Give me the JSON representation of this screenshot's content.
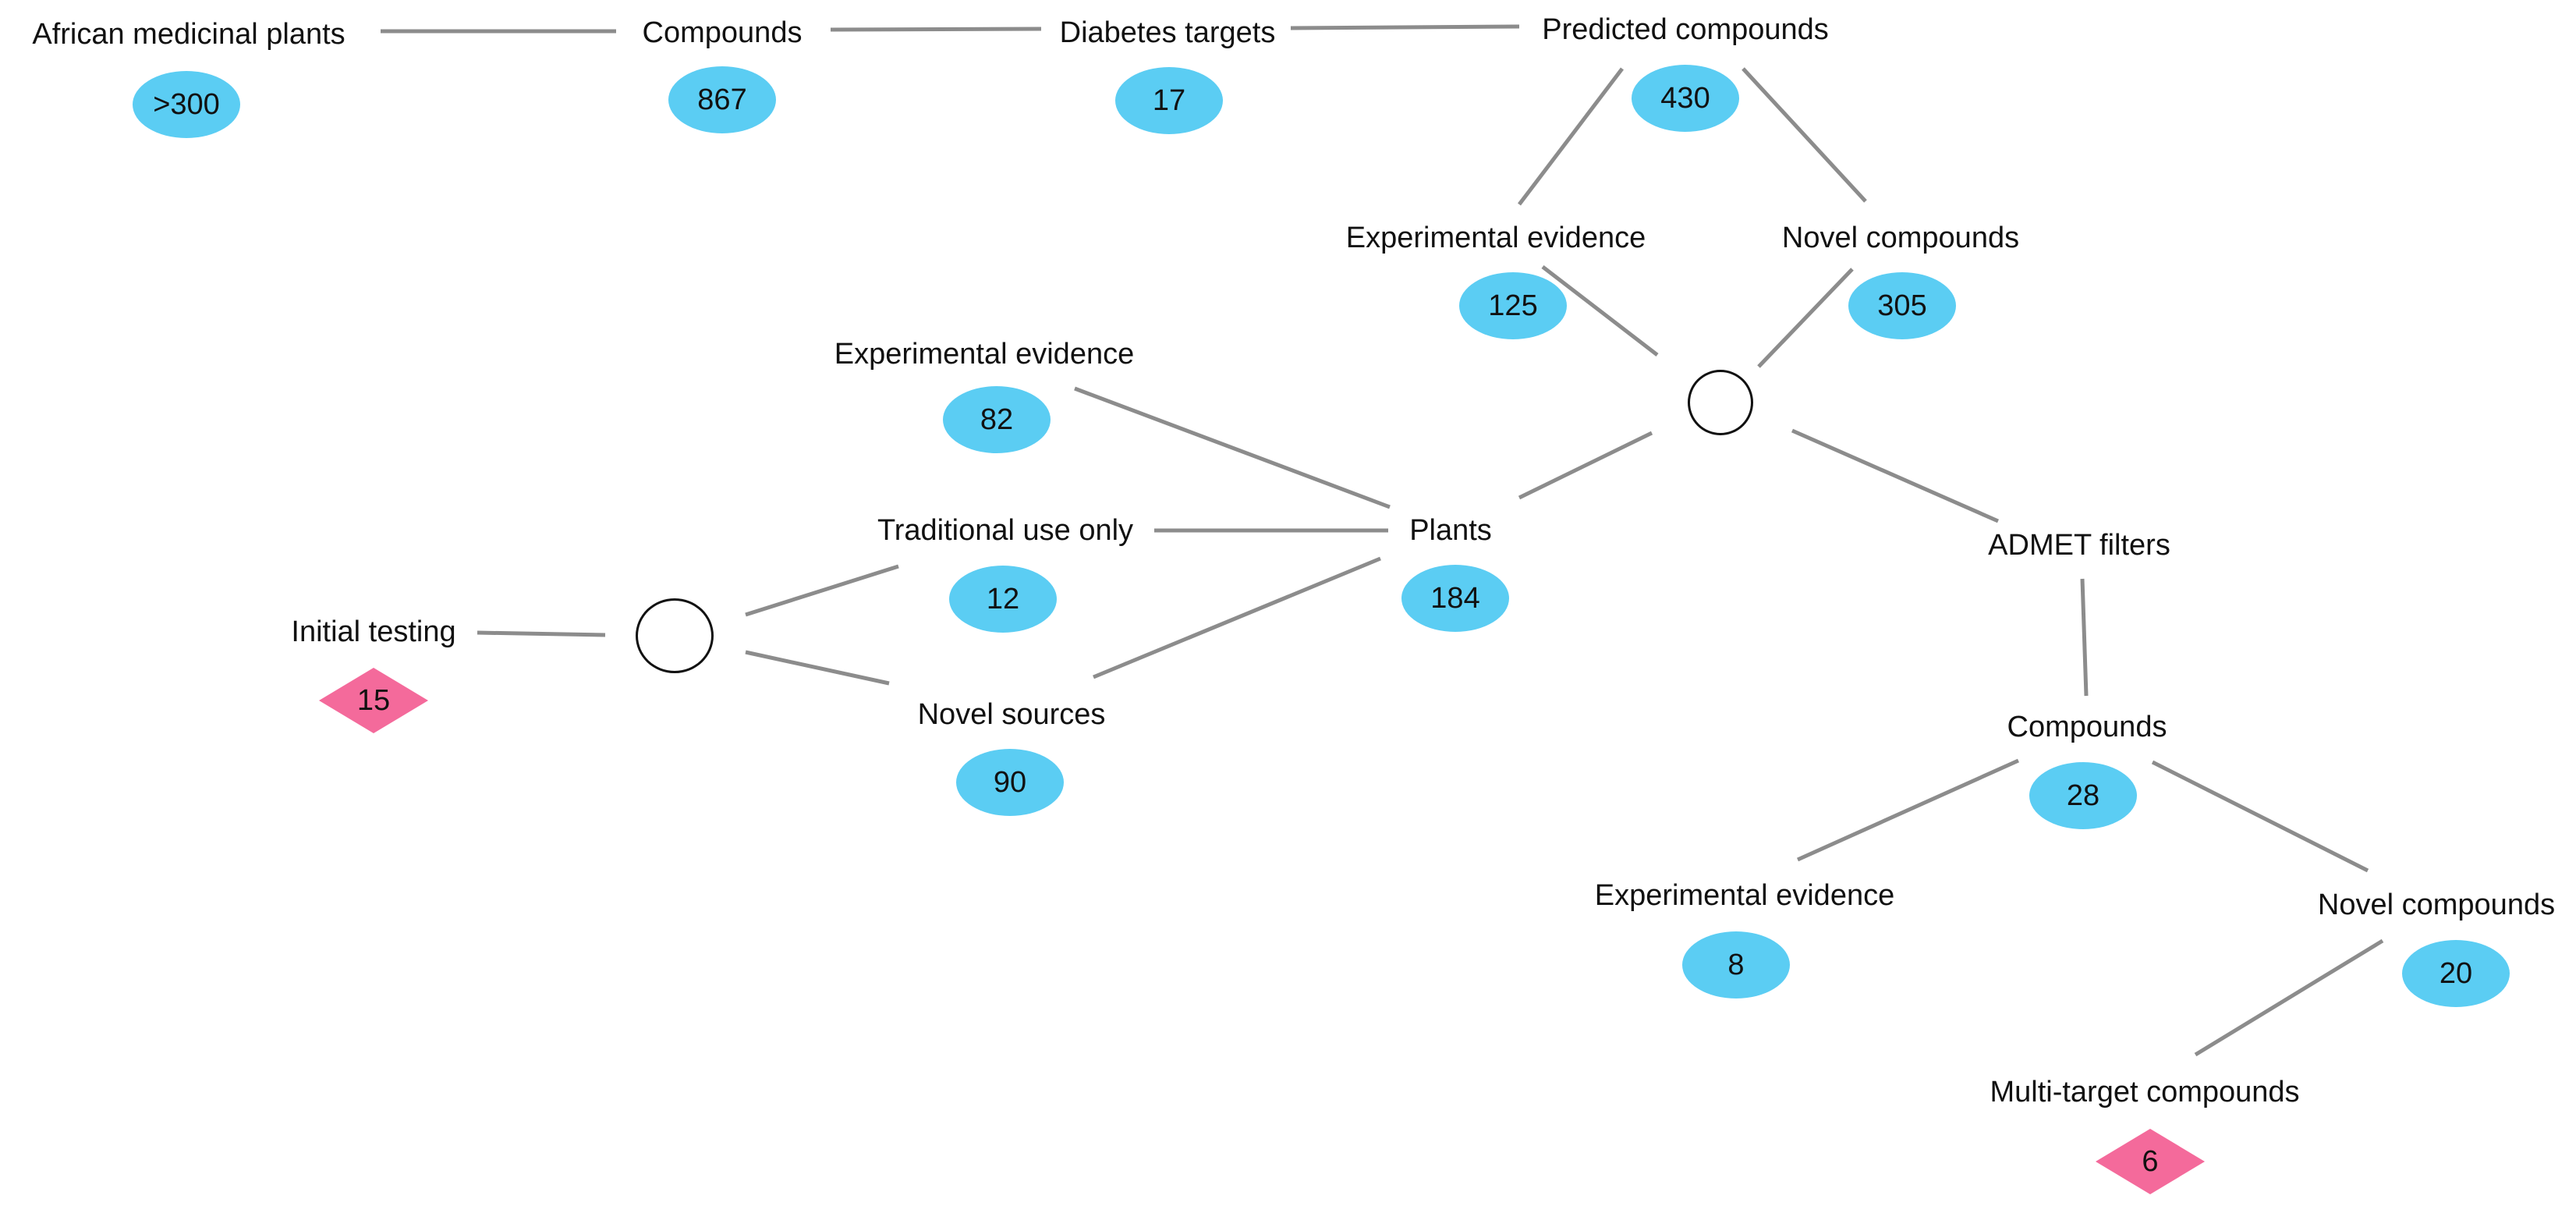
{
  "colors": {
    "count_ellipse": "#5bcdf3",
    "result_diamond": "#f46a9b",
    "connector": "#8c8c8c"
  },
  "nodes": {
    "african_plants": {
      "label": "African medicinal plants",
      "count": ">300"
    },
    "compounds": {
      "label": "Compounds",
      "count": "867"
    },
    "diabetes_targets": {
      "label": "Diabetes targets",
      "count": "17"
    },
    "predicted_compounds": {
      "label": "Predicted compounds",
      "count": "430"
    },
    "predicted_experimental": {
      "label": "Experimental evidence",
      "count": "125"
    },
    "predicted_novel": {
      "label": "Novel compounds",
      "count": "305"
    },
    "plants": {
      "label": "Plants",
      "count": "184"
    },
    "plants_experimental": {
      "label": "Experimental evidence",
      "count": "82"
    },
    "plants_traditional": {
      "label": "Traditional use only",
      "count": "12"
    },
    "plants_novel_sources": {
      "label": "Novel sources",
      "count": "90"
    },
    "initial_testing": {
      "label": "Initial testing",
      "count": "15"
    },
    "admet_filters": {
      "label": "ADMET filters"
    },
    "admet_compounds": {
      "label": "Compounds",
      "count": "28"
    },
    "admet_experimental": {
      "label": "Experimental evidence",
      "count": "8"
    },
    "admet_novel": {
      "label": "Novel compounds",
      "count": "20"
    },
    "multi_target": {
      "label": "Multi-target compounds",
      "count": "6"
    }
  }
}
